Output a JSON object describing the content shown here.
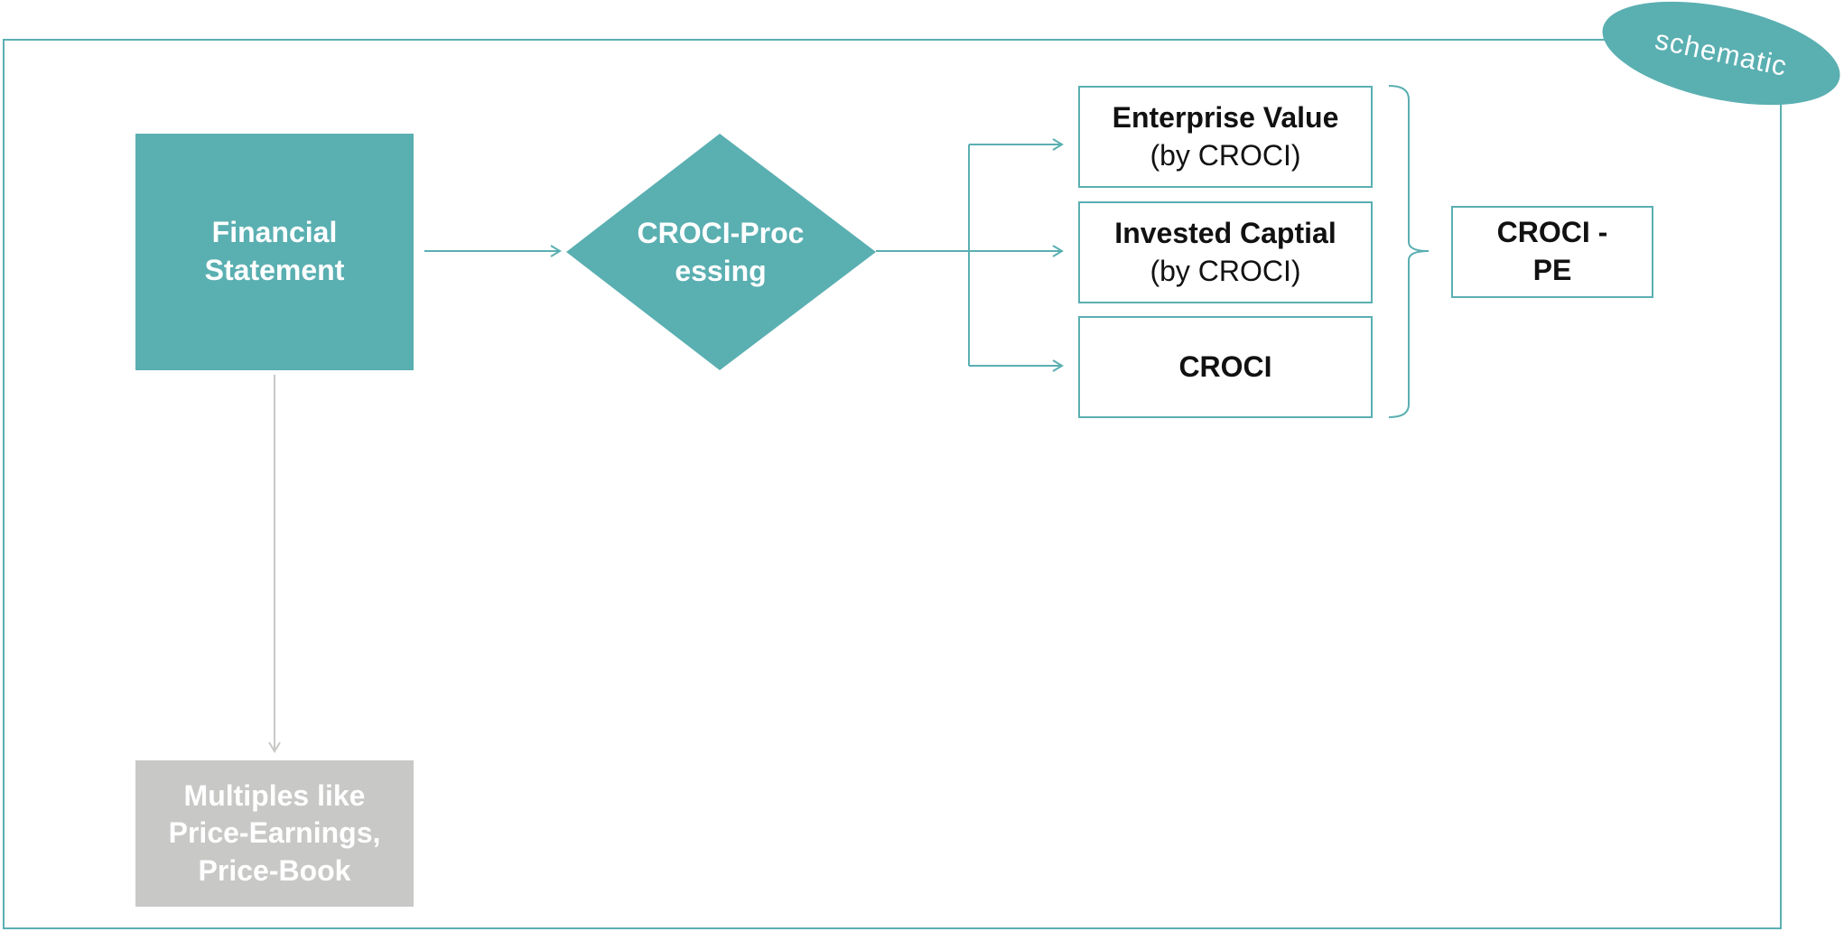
{
  "badge": {
    "label": "schematic"
  },
  "nodes": {
    "financial_statement": "Financial Statement",
    "croci_processing": "CROCI-Processing",
    "enterprise_value": {
      "main": "Enterprise Value",
      "sub": "(by CROCI)"
    },
    "invested_capital": {
      "main": "Invested Captial",
      "sub": "(by CROCI)"
    },
    "croci": "CROCI",
    "croci_pe": {
      "line1": "CROCI -",
      "line2": "PE"
    },
    "multiples": "Multiples like Price-Earnings, Price-Book"
  },
  "colors": {
    "accent": "#5aafb1",
    "muted": "#c8c8c7",
    "text": "#111111"
  }
}
